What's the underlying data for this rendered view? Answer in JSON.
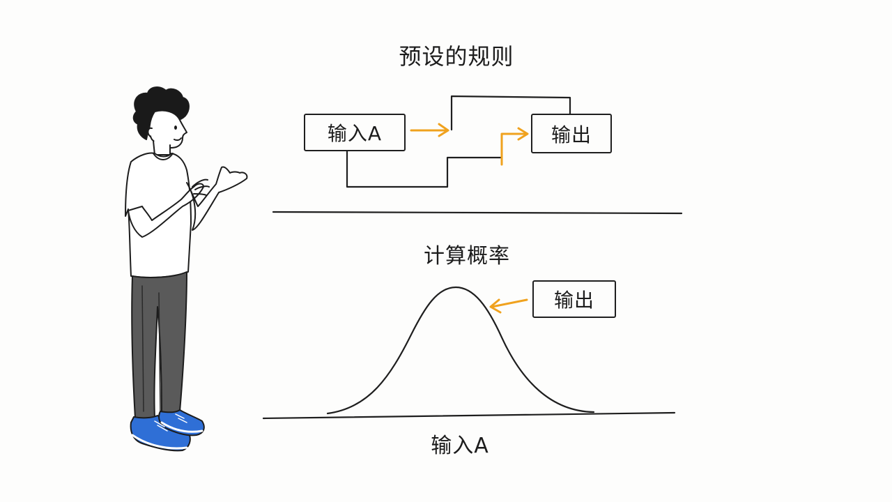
{
  "diagram": {
    "top_panel": {
      "title": "预设的规则",
      "input_box": "输入A",
      "output_box": "输出"
    },
    "bottom_panel": {
      "title": "计算概率",
      "output_box": "输出",
      "axis_label": "输入A"
    },
    "colors": {
      "ink": "#1c1c1c",
      "arrow": "#f0a21e",
      "shoe": "#2f6fd6",
      "pants": "#5a5a5a"
    }
  }
}
